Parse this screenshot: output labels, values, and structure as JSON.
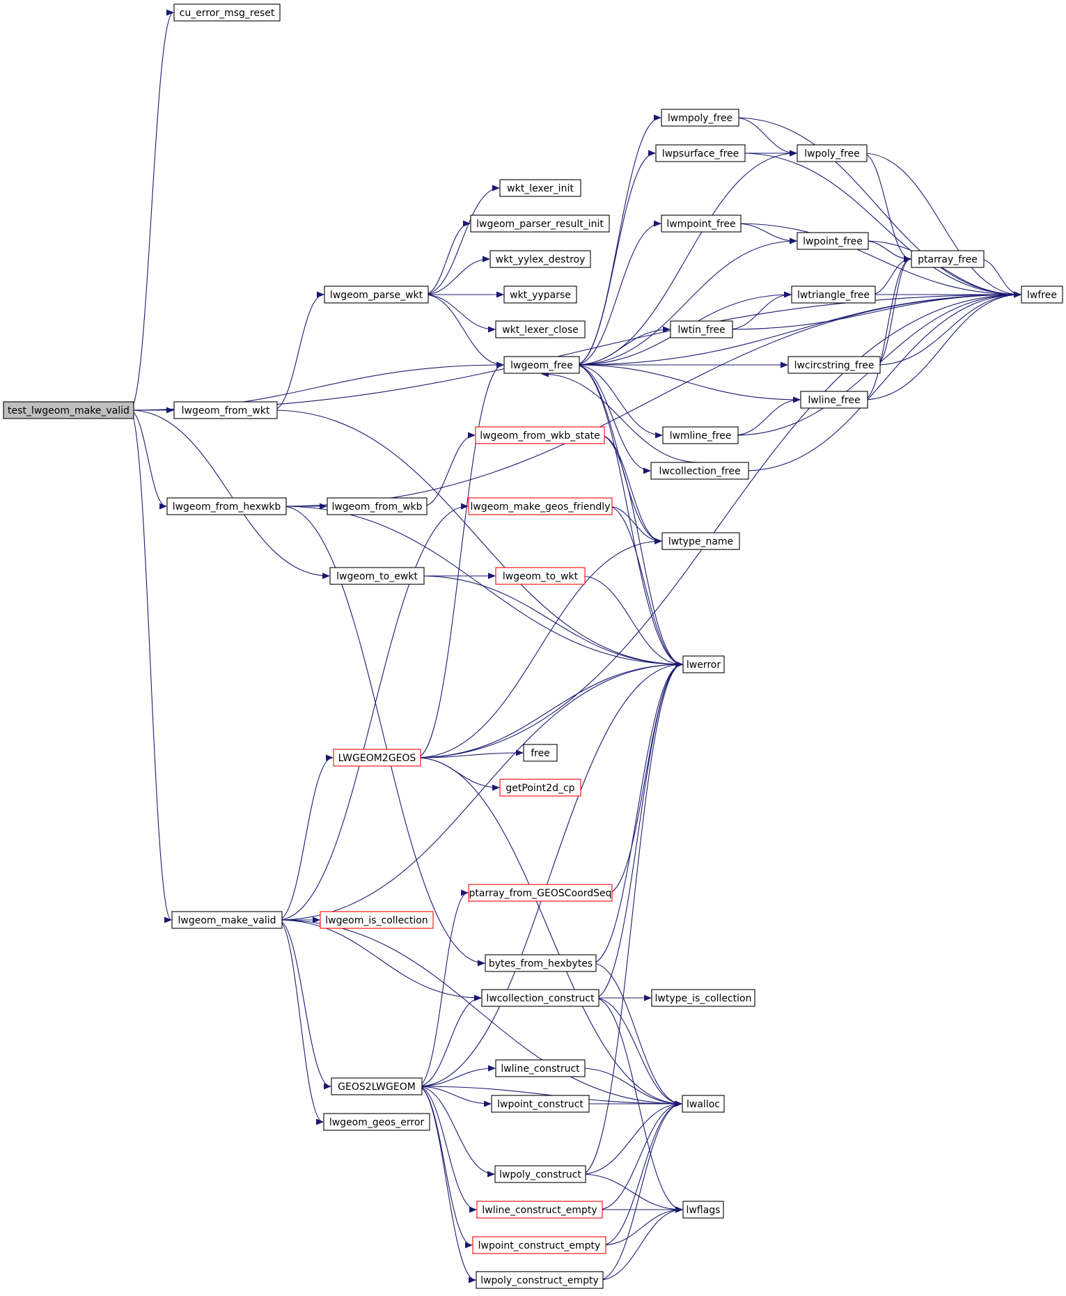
{
  "diagram": {
    "colors": {
      "edge": "#191970",
      "node_border": "#000000",
      "node_border_incomplete": "#ff0000",
      "node_fill": "#ffffff",
      "root_fill": "#bfbfbf",
      "text": "#000000"
    },
    "nodes": {
      "test_lwgeom_make_valid": "test_lwgeom_make_valid",
      "cu_error_msg_reset": "cu_error_msg_reset",
      "lwfree": "lwfree",
      "lwgeom_free": "lwgeom_free",
      "lwgeom_from_wkt": "lwgeom_from_wkt",
      "lwgeom_from_hexwkb": "lwgeom_from_hexwkb",
      "lwgeom_to_ewkt": "lwgeom_to_ewkt",
      "lwgeom_make_valid": "lwgeom_make_valid",
      "lwgeom_parse_wkt": "lwgeom_parse_wkt",
      "wkt_lexer_init": "wkt_lexer_init",
      "lwgeom_parser_result_init": "lwgeom_parser_result_init",
      "wkt_yylex_destroy": "wkt_yylex_destroy",
      "wkt_yyparse": "wkt_yyparse",
      "wkt_lexer_close": "wkt_lexer_close",
      "lwmpoly_free": "lwmpoly_free",
      "lwpsurface_free": "lwpsurface_free",
      "lwpoly_free": "lwpoly_free",
      "lwmpoint_free": "lwmpoint_free",
      "lwpoint_free": "lwpoint_free",
      "ptarray_free": "ptarray_free",
      "lwtriangle_free": "lwtriangle_free",
      "lwtin_free": "lwtin_free",
      "lwcircstring_free": "lwcircstring_free",
      "lwline_free": "lwline_free",
      "lwmline_free": "lwmline_free",
      "lwcollection_free": "lwcollection_free",
      "lwgeom_from_wkb_state": "lwgeom_from_wkb_state",
      "lwgeom_from_wkb": "lwgeom_from_wkb",
      "lwgeom_make_geos_friendly": "lwgeom_make_geos_friendly",
      "lwtype_name": "lwtype_name",
      "lwgeom_to_wkt": "lwgeom_to_wkt",
      "lwerror": "lwerror",
      "LWGEOM2GEOS": "LWGEOM2GEOS",
      "free": "free",
      "getPoint2d_cp": "getPoint2d_cp",
      "ptarray_from_GEOSCoordSeq": "ptarray_from_GEOSCoordSeq",
      "lwgeom_is_collection": "lwgeom_is_collection",
      "bytes_from_hexbytes": "bytes_from_hexbytes",
      "lwcollection_construct": "lwcollection_construct",
      "lwtype_is_collection": "lwtype_is_collection",
      "lwline_construct": "lwline_construct",
      "GEOS2LWGEOM": "GEOS2LWGEOM",
      "lwpoint_construct": "lwpoint_construct",
      "lwalloc": "lwalloc",
      "lwgeom_geos_error": "lwgeom_geos_error",
      "lwpoly_construct": "lwpoly_construct",
      "lwline_construct_empty": "lwline_construct_empty",
      "lwflags": "lwflags",
      "lwpoint_construct_empty": "lwpoint_construct_empty",
      "lwpoly_construct_empty": "lwpoly_construct_empty"
    },
    "red_bordered_nodes": [
      "lwgeom_from_wkb_state",
      "lwgeom_make_geos_friendly",
      "lwgeom_to_wkt",
      "LWGEOM2GEOS",
      "getPoint2d_cp",
      "ptarray_from_GEOSCoordSeq",
      "lwgeom_is_collection",
      "lwline_construct_empty",
      "lwpoint_construct_empty"
    ],
    "root_node": "test_lwgeom_make_valid",
    "edges": [
      [
        "test_lwgeom_make_valid",
        "cu_error_msg_reset"
      ],
      [
        "test_lwgeom_make_valid",
        "lwfree"
      ],
      [
        "test_lwgeom_make_valid",
        "lwgeom_free"
      ],
      [
        "test_lwgeom_make_valid",
        "lwgeom_from_wkt"
      ],
      [
        "test_lwgeom_make_valid",
        "lwgeom_from_hexwkb"
      ],
      [
        "test_lwgeom_make_valid",
        "lwgeom_to_ewkt"
      ],
      [
        "test_lwgeom_make_valid",
        "lwgeom_make_valid"
      ],
      [
        "lwgeom_from_wkt",
        "lwgeom_parse_wkt"
      ],
      [
        "lwgeom_from_wkt",
        "lwerror"
      ],
      [
        "lwgeom_parse_wkt",
        "wkt_lexer_init"
      ],
      [
        "lwgeom_parse_wkt",
        "lwgeom_parser_result_init"
      ],
      [
        "lwgeom_parse_wkt",
        "wkt_yylex_destroy"
      ],
      [
        "lwgeom_parse_wkt",
        "wkt_yyparse"
      ],
      [
        "lwgeom_parse_wkt",
        "wkt_lexer_close"
      ],
      [
        "lwgeom_parse_wkt",
        "lwgeom_free"
      ],
      [
        "lwgeom_free",
        "lwmpoly_free"
      ],
      [
        "lwgeom_free",
        "lwpsurface_free"
      ],
      [
        "lwgeom_free",
        "lwpoly_free"
      ],
      [
        "lwgeom_free",
        "lwmpoint_free"
      ],
      [
        "lwgeom_free",
        "lwpoint_free"
      ],
      [
        "lwgeom_free",
        "lwtriangle_free"
      ],
      [
        "lwgeom_free",
        "lwtin_free"
      ],
      [
        "lwgeom_free",
        "lwcircstring_free"
      ],
      [
        "lwgeom_free",
        "lwline_free"
      ],
      [
        "lwgeom_free",
        "lwmline_free"
      ],
      [
        "lwgeom_free",
        "lwcollection_free"
      ],
      [
        "lwgeom_free",
        "lwtype_name"
      ],
      [
        "lwgeom_free",
        "lwerror"
      ],
      [
        "lwgeom_free",
        "lwfree"
      ],
      [
        "lwmpoly_free",
        "lwfree"
      ],
      [
        "lwmpoly_free",
        "lwpoly_free"
      ],
      [
        "lwpsurface_free",
        "lwpoly_free"
      ],
      [
        "lwpsurface_free",
        "lwfree"
      ],
      [
        "lwpoly_free",
        "lwfree"
      ],
      [
        "lwpoly_free",
        "ptarray_free"
      ],
      [
        "lwmpoint_free",
        "lwfree"
      ],
      [
        "lwmpoint_free",
        "lwpoint_free"
      ],
      [
        "lwpoint_free",
        "ptarray_free"
      ],
      [
        "lwpoint_free",
        "lwfree"
      ],
      [
        "ptarray_free",
        "lwfree"
      ],
      [
        "lwtriangle_free",
        "ptarray_free"
      ],
      [
        "lwtriangle_free",
        "lwfree"
      ],
      [
        "lwtin_free",
        "lwtriangle_free"
      ],
      [
        "lwtin_free",
        "lwfree"
      ],
      [
        "lwcircstring_free",
        "ptarray_free"
      ],
      [
        "lwcircstring_free",
        "lwfree"
      ],
      [
        "lwline_free",
        "ptarray_free"
      ],
      [
        "lwline_free",
        "lwfree"
      ],
      [
        "lwmline_free",
        "lwline_free"
      ],
      [
        "lwmline_free",
        "lwfree"
      ],
      [
        "lwcollection_free",
        "lwgeom_free"
      ],
      [
        "lwcollection_free",
        "lwfree"
      ],
      [
        "lwgeom_from_hexwkb",
        "lwgeom_from_wkb"
      ],
      [
        "lwgeom_from_hexwkb",
        "lwerror"
      ],
      [
        "lwgeom_from_hexwkb",
        "bytes_from_hexbytes"
      ],
      [
        "lwgeom_from_hexwkb",
        "lwfree"
      ],
      [
        "lwgeom_from_wkb",
        "lwgeom_from_wkb_state"
      ],
      [
        "lwgeom_from_wkb_state",
        "lwtype_name"
      ],
      [
        "lwgeom_from_wkb_state",
        "lwerror"
      ],
      [
        "lwgeom_to_ewkt",
        "lwgeom_to_wkt"
      ],
      [
        "lwgeom_to_ewkt",
        "lwerror"
      ],
      [
        "lwgeom_to_wkt",
        "lwerror"
      ],
      [
        "lwgeom_make_valid",
        "lwgeom_make_geos_friendly"
      ],
      [
        "lwgeom_make_valid",
        "lwerror"
      ],
      [
        "lwgeom_make_valid",
        "LWGEOM2GEOS"
      ],
      [
        "lwgeom_make_valid",
        "lwgeom_is_collection"
      ],
      [
        "lwgeom_make_valid",
        "lwcollection_construct"
      ],
      [
        "lwgeom_make_valid",
        "lwalloc"
      ],
      [
        "lwgeom_make_valid",
        "GEOS2LWGEOM"
      ],
      [
        "lwgeom_make_valid",
        "lwgeom_geos_error"
      ],
      [
        "lwgeom_make_geos_friendly",
        "lwtype_name"
      ],
      [
        "lwgeom_make_geos_friendly",
        "lwerror"
      ],
      [
        "LWGEOM2GEOS",
        "lwgeom_free"
      ],
      [
        "LWGEOM2GEOS",
        "lwtype_name"
      ],
      [
        "LWGEOM2GEOS",
        "lwerror"
      ],
      [
        "LWGEOM2GEOS",
        "free"
      ],
      [
        "LWGEOM2GEOS",
        "getPoint2d_cp"
      ],
      [
        "LWGEOM2GEOS",
        "lwfree"
      ],
      [
        "LWGEOM2GEOS",
        "lwalloc"
      ],
      [
        "ptarray_from_GEOSCoordSeq",
        "lwerror"
      ],
      [
        "bytes_from_hexbytes",
        "lwerror"
      ],
      [
        "bytes_from_hexbytes",
        "lwalloc"
      ],
      [
        "lwcollection_construct",
        "lwtype_is_collection"
      ],
      [
        "lwcollection_construct",
        "lwerror"
      ],
      [
        "lwcollection_construct",
        "lwalloc"
      ],
      [
        "lwcollection_construct",
        "lwflags"
      ],
      [
        "GEOS2LWGEOM",
        "lwerror"
      ],
      [
        "GEOS2LWGEOM",
        "ptarray_from_GEOSCoordSeq"
      ],
      [
        "GEOS2LWGEOM",
        "lwcollection_construct"
      ],
      [
        "GEOS2LWGEOM",
        "lwline_construct"
      ],
      [
        "GEOS2LWGEOM",
        "lwpoint_construct"
      ],
      [
        "GEOS2LWGEOM",
        "lwalloc"
      ],
      [
        "GEOS2LWGEOM",
        "lwpoly_construct"
      ],
      [
        "GEOS2LWGEOM",
        "lwline_construct_empty"
      ],
      [
        "GEOS2LWGEOM",
        "lwpoint_construct_empty"
      ],
      [
        "GEOS2LWGEOM",
        "lwpoly_construct_empty"
      ],
      [
        "lwline_construct",
        "lwalloc"
      ],
      [
        "lwpoint_construct",
        "lwalloc"
      ],
      [
        "lwpoly_construct",
        "lwerror"
      ],
      [
        "lwpoly_construct",
        "lwalloc"
      ],
      [
        "lwpoly_construct",
        "lwflags"
      ],
      [
        "lwline_construct_empty",
        "lwalloc"
      ],
      [
        "lwline_construct_empty",
        "lwflags"
      ],
      [
        "lwpoint_construct_empty",
        "lwalloc"
      ],
      [
        "lwpoint_construct_empty",
        "lwflags"
      ],
      [
        "lwpoly_construct_empty",
        "lwalloc"
      ],
      [
        "lwpoly_construct_empty",
        "lwflags"
      ]
    ]
  }
}
